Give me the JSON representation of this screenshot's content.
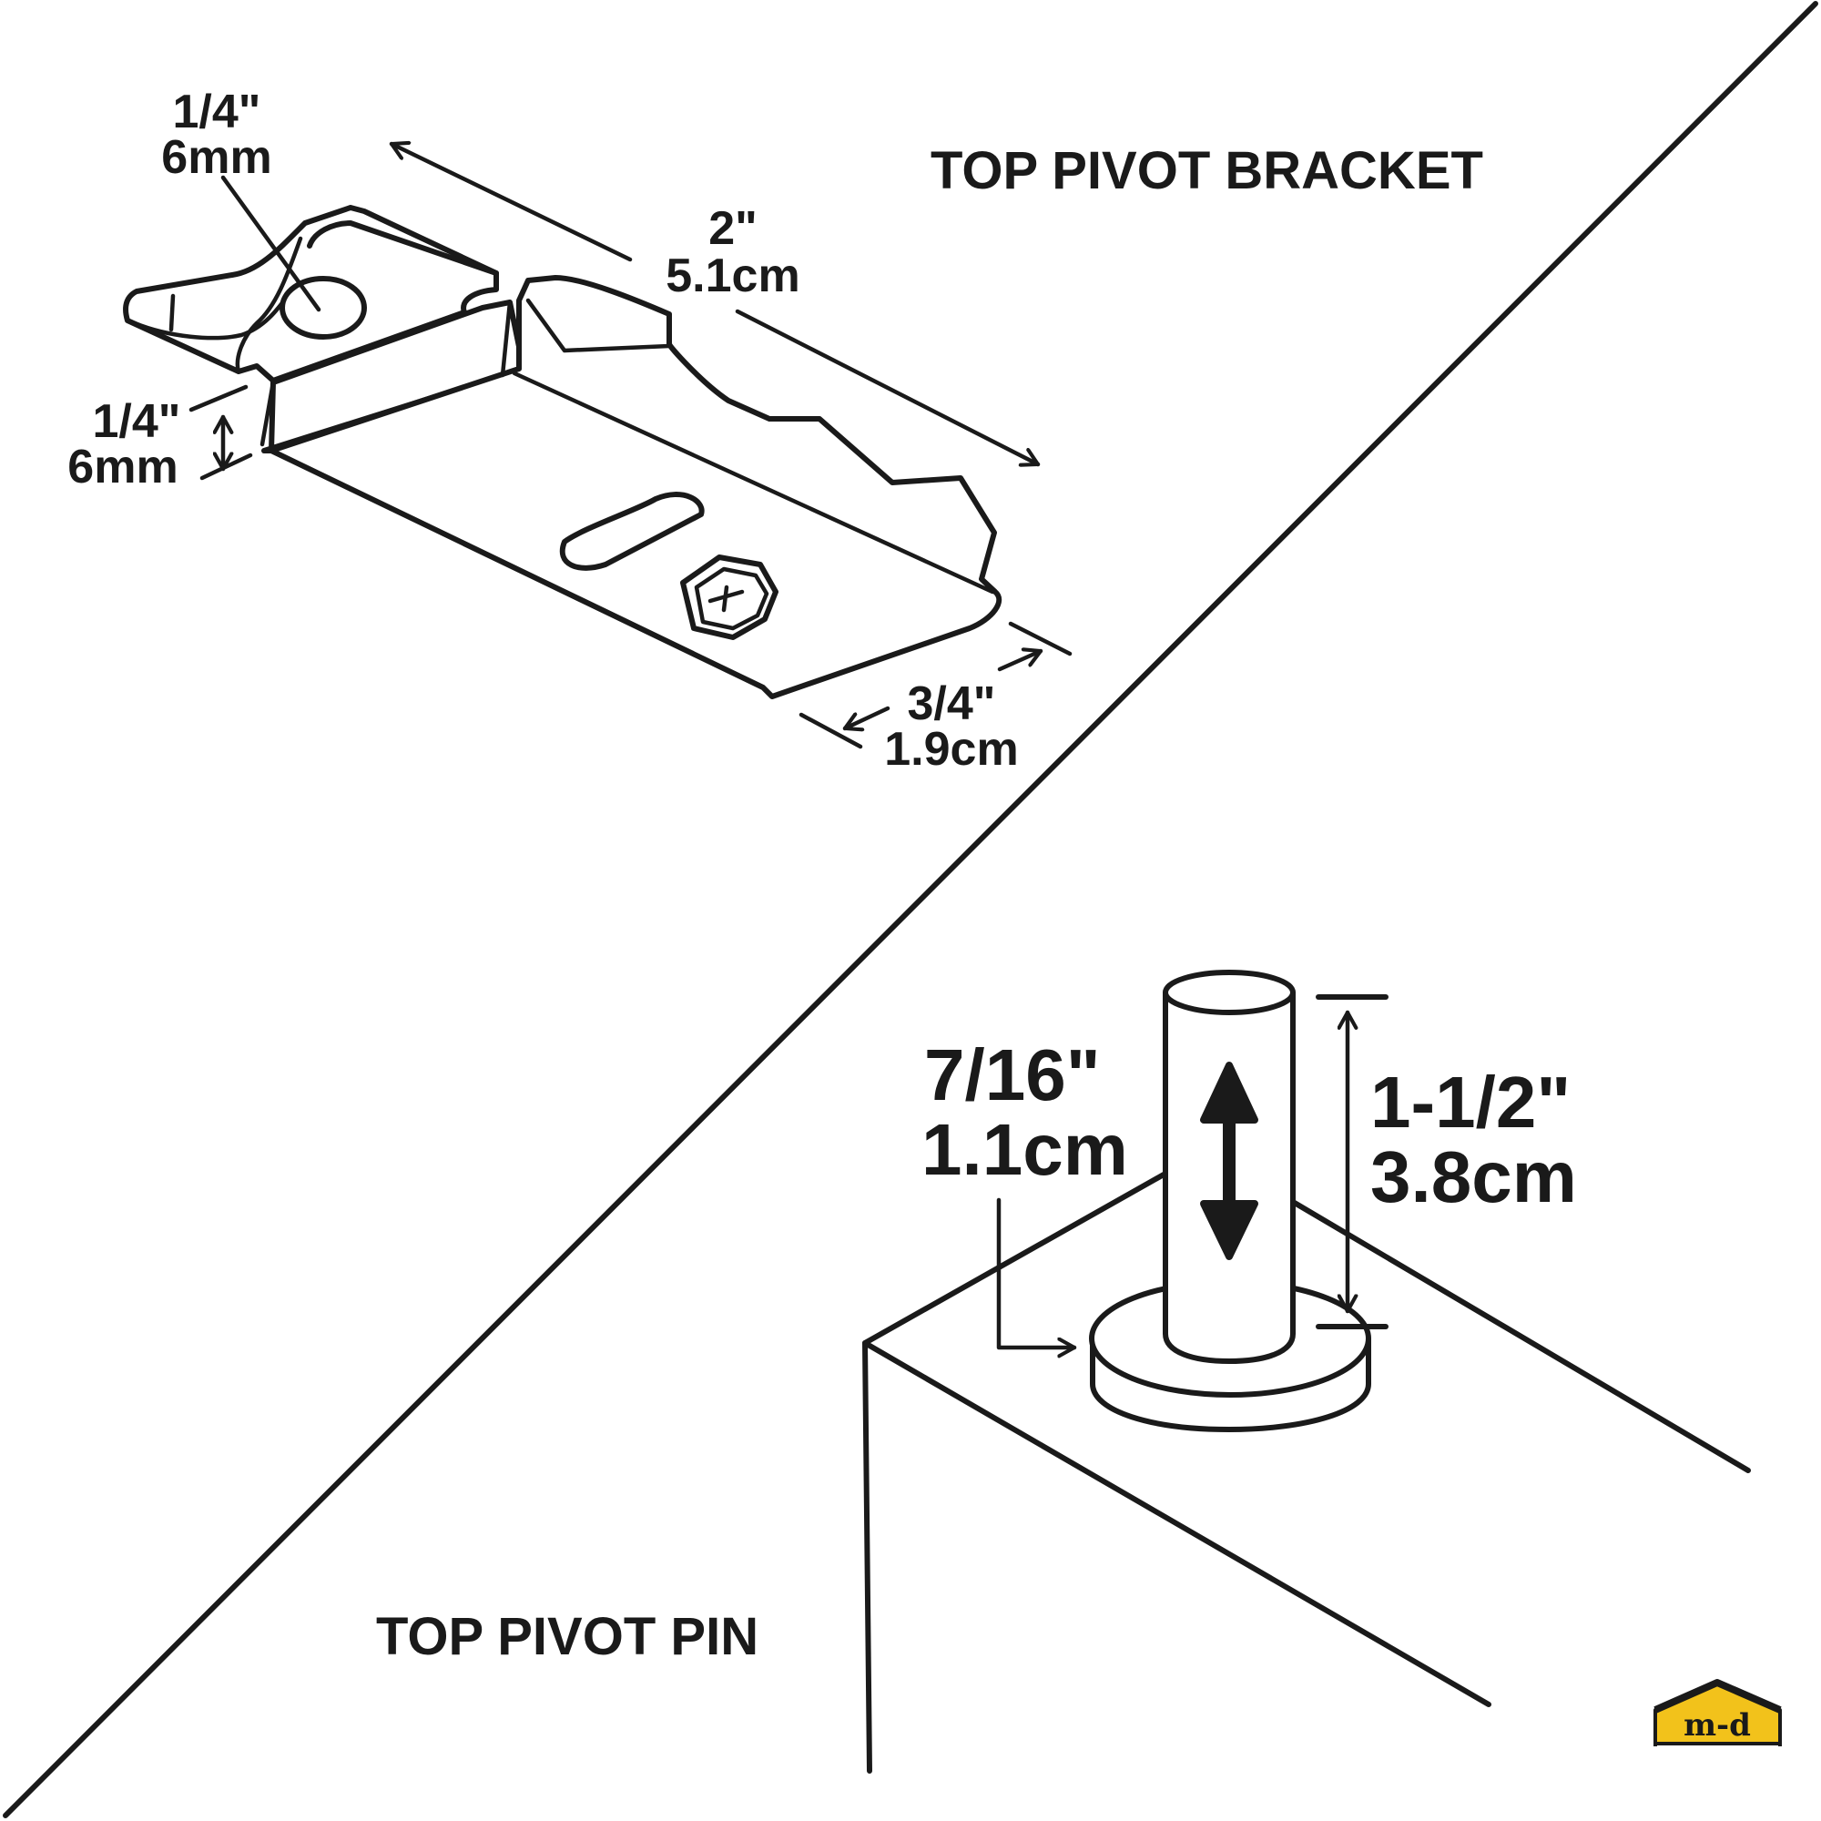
{
  "bracket": {
    "title": "TOP PIVOT BRACKET",
    "dims": {
      "hole": {
        "in": "1/4\"",
        "metric": "6mm"
      },
      "length": {
        "in": "2\"",
        "metric": "5.1cm"
      },
      "height": {
        "in": "1/4\"",
        "metric": "6mm"
      },
      "width": {
        "in": "3/4\"",
        "metric": "1.9cm"
      }
    }
  },
  "pin": {
    "title": "TOP PIVOT PIN",
    "dims": {
      "diameter": {
        "in": "7/16\"",
        "metric": "1.1cm"
      },
      "height": {
        "in": "1-1/2\"",
        "metric": "3.8cm"
      }
    }
  },
  "logo": {
    "text": "m-d",
    "accent_color": "#f2c21b"
  }
}
